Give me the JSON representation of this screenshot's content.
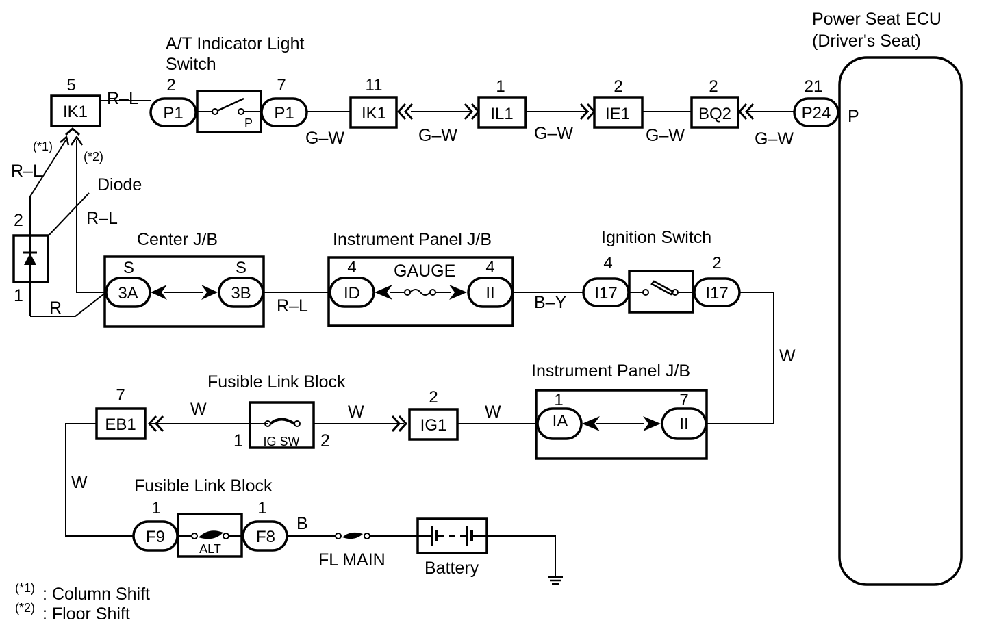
{
  "title": "Power Seat ECU wiring diagram",
  "ecu": {
    "label_line1": "Power Seat ECU",
    "label_line2": "(Driver's Seat)",
    "pin_label": "P"
  },
  "at_switch": {
    "label_line1": "A/T Indicator Light",
    "label_line2": "Switch",
    "p_label": "P"
  },
  "connectors": {
    "ik1_left": {
      "id": "IK1",
      "pin": "5"
    },
    "p1_left": {
      "id": "P1",
      "pin": "2"
    },
    "p1_right": {
      "id": "P1",
      "pin": "7"
    },
    "ik1_right": {
      "id": "IK1",
      "pin": "11"
    },
    "il1": {
      "id": "IL1",
      "pin": "1"
    },
    "ie1": {
      "id": "IE1",
      "pin": "2"
    },
    "bq2": {
      "id": "BQ2",
      "pin": "2"
    },
    "p24": {
      "id": "P24",
      "pin": "21"
    },
    "j3a": {
      "id": "3A",
      "pin": "S"
    },
    "j3b": {
      "id": "3B",
      "pin": "S"
    },
    "id": {
      "id": "ID",
      "pin": "4"
    },
    "ii_top": {
      "id": "II",
      "pin": "4"
    },
    "i17_left": {
      "id": "I17",
      "pin": "4"
    },
    "i17_right": {
      "id": "I17",
      "pin": "2"
    },
    "eb1": {
      "id": "EB1",
      "pin": "7"
    },
    "ig1": {
      "id": "IG1",
      "pin": "2"
    },
    "ia": {
      "id": "IA",
      "pin": "1"
    },
    "ii_bot": {
      "id": "II",
      "pin": "7"
    },
    "f9": {
      "id": "F9",
      "pin": "1"
    },
    "f8": {
      "id": "F8",
      "pin": "1"
    }
  },
  "wires": {
    "rl_top": "R–L",
    "gw1": "G–W",
    "gw2": "G–W",
    "gw3": "G–W",
    "gw4": "G–W",
    "gw5": "G–W",
    "rl_left": "R–L",
    "rl_diode": "R–L",
    "r_bottom": "R",
    "rl_mid": "R–L",
    "by": "B–Y",
    "w_right": "W",
    "w_fl1": "W",
    "w_fl2": "W",
    "w_ig": "W",
    "w_left": "W",
    "b": "B"
  },
  "notes": {
    "n1": "(*1)",
    "n2": "(*2)"
  },
  "diode": {
    "label": "Diode",
    "pin_top": "2",
    "pin_bottom": "1"
  },
  "center_jb": {
    "label": "Center J/B"
  },
  "ip_jb_top": {
    "label": "Instrument Panel J/B",
    "fuse": "GAUGE"
  },
  "ignition_switch": {
    "label": "Ignition Switch"
  },
  "ip_jb_bottom": {
    "label": "Instrument Panel J/B"
  },
  "fl_block_top": {
    "label": "Fusible Link Block",
    "fuse": "IG SW",
    "pin_left": "1",
    "pin_right": "2"
  },
  "fl_block_bottom": {
    "label": "Fusible Link Block",
    "fuse": "ALT"
  },
  "fl_main": {
    "label": "FL MAIN"
  },
  "battery": {
    "label": "Battery"
  },
  "legend": [
    {
      "key": "(*1)",
      "text": ": Column Shift"
    },
    {
      "key": "(*2)",
      "text": ": Floor Shift"
    }
  ]
}
